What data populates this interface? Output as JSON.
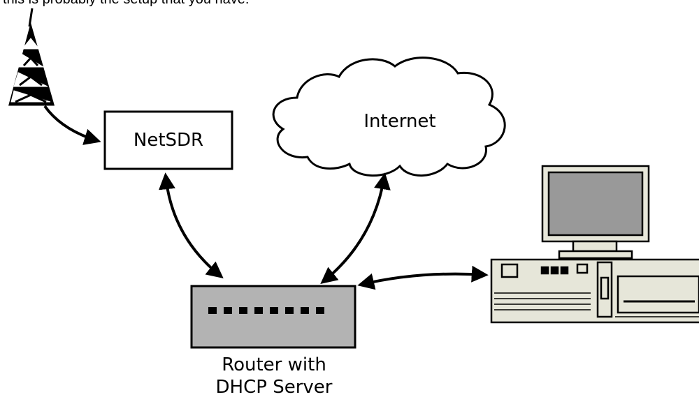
{
  "caption": "this is probably the setup that you have:",
  "nodes": {
    "netsdr": {
      "label": "NetSDR"
    },
    "internet": {
      "label": "Internet"
    },
    "router": {
      "label_line1": "Router with",
      "label_line2": "DHCP Server"
    }
  },
  "colors": {
    "router_fill": "#b3b3b3",
    "computer_fill": "#e6e6d9",
    "monitor_screen": "#999999",
    "stroke": "#000000"
  },
  "icons": [
    "antenna-tower-icon",
    "cloud-icon",
    "router-icon",
    "computer-icon"
  ]
}
